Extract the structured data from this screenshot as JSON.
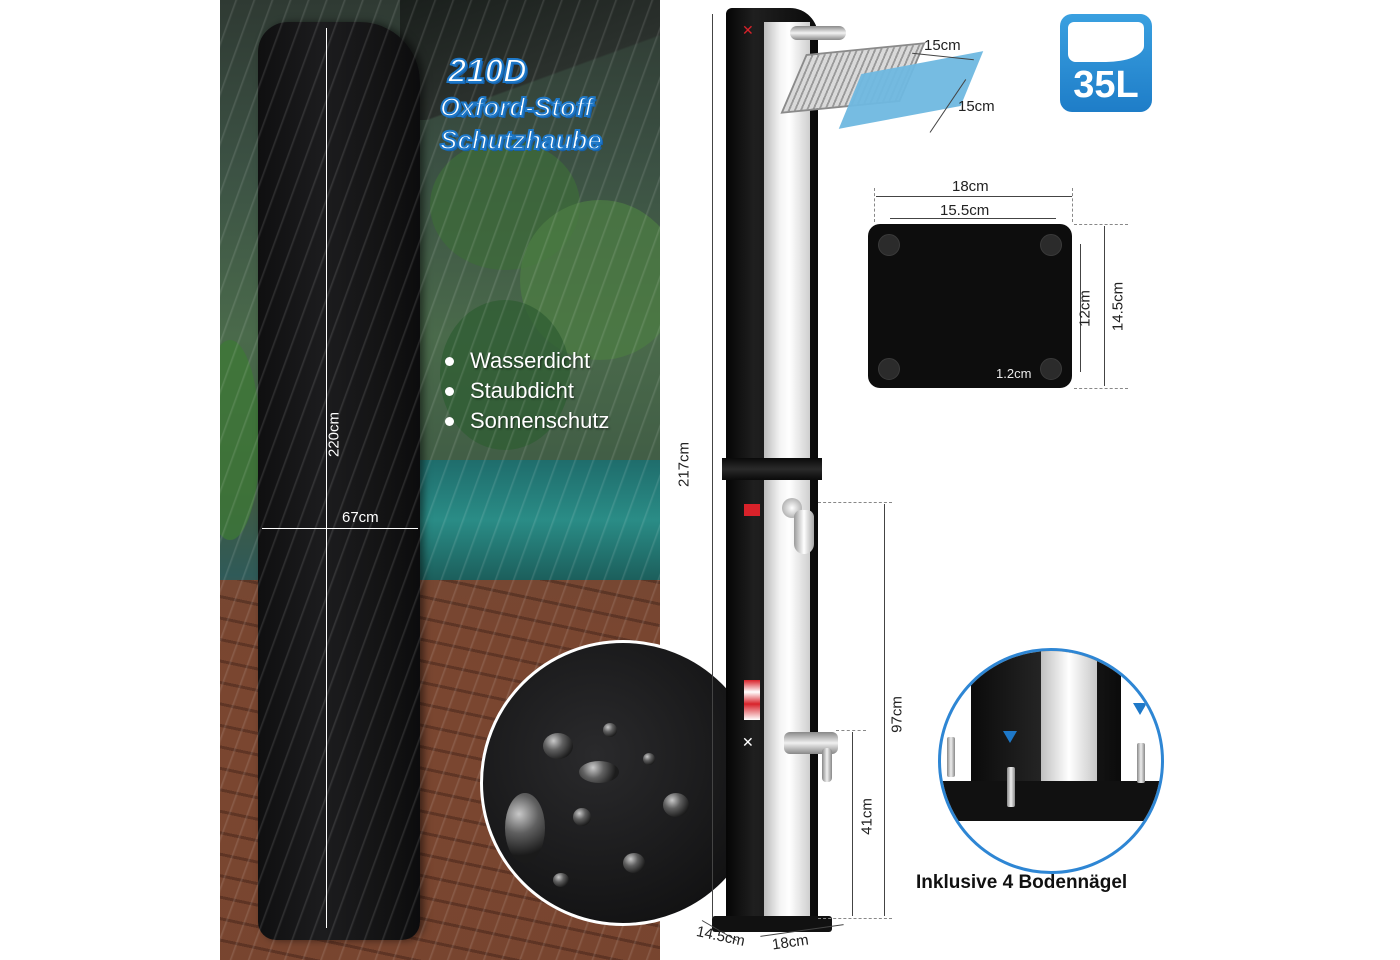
{
  "cover_panel": {
    "title_line1": "210D",
    "title_line2": "Oxford-Stoff",
    "title_line3": "Schutzhaube",
    "features": [
      "Wasserdicht",
      "Staubdicht",
      "Sonnenschutz"
    ],
    "height_label": "220cm",
    "width_label": "67cm"
  },
  "shower": {
    "height_label": "217cm",
    "depth_label": "14.5cm",
    "width_label": "18cm",
    "mixer_height_label": "97cm",
    "tap_height_label": "41cm",
    "head_width_label": "15cm",
    "head_depth_label": "15cm"
  },
  "capacity_badge": {
    "text": "35L",
    "color": "#1e7dc8"
  },
  "base_plate": {
    "outer_width_label": "18cm",
    "inner_width_label": "15.5cm",
    "outer_height_label": "14.5cm",
    "inner_height_label": "12cm",
    "hole_offset_label": "1.2cm"
  },
  "ground_nails": {
    "caption": "Inklusive 4 Bodennägel"
  },
  "colors": {
    "accent_blue": "#1e78c8",
    "plan_blue": "#6fb8e0"
  },
  "icons": [
    "water-drop-icon",
    "arrow-down-icon",
    "tool-icon"
  ]
}
